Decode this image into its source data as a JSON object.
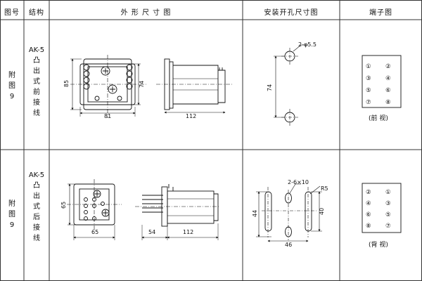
{
  "headers": {
    "fig_no": "图号",
    "structure": "结构",
    "outline": "外 形 尺 寸 图",
    "mounting": "安装开孔尺寸图",
    "terminal": "端子图"
  },
  "rows": [
    {
      "fig": [
        "附",
        "图",
        "9"
      ],
      "model": "AK-5",
      "structure": [
        "凸",
        "出",
        "式",
        "前",
        "接",
        "线"
      ],
      "outline_dims": {
        "height": "85",
        "inner_height": "74",
        "width": "81",
        "depth": "112"
      },
      "mount_dims": {
        "hole": "2-φ5.5",
        "spacing": "74"
      },
      "terminal_rows": [
        [
          "①",
          "②"
        ],
        [
          "③",
          "④"
        ],
        [
          "⑤",
          "⑥"
        ],
        [
          "⑦",
          "⑧"
        ]
      ],
      "terminal_caption": "(前 视)"
    },
    {
      "fig": [
        "附",
        "图",
        "9"
      ],
      "model": "AK-5",
      "structure": [
        "凸",
        "出",
        "式",
        "后",
        "接",
        "线"
      ],
      "outline_dims": {
        "height": "65",
        "width": "65",
        "base": "54",
        "depth": "112"
      },
      "mount_dims": {
        "slot": "2-6×10",
        "radius": "R5",
        "height": "44",
        "inner": "40",
        "width": "46"
      },
      "terminal_rows": [
        [
          "②",
          "①"
        ],
        [
          "④",
          "③"
        ],
        [
          "⑥",
          "⑤"
        ],
        [
          "⑧",
          "⑦"
        ]
      ],
      "terminal_caption": "(背 视)"
    }
  ]
}
